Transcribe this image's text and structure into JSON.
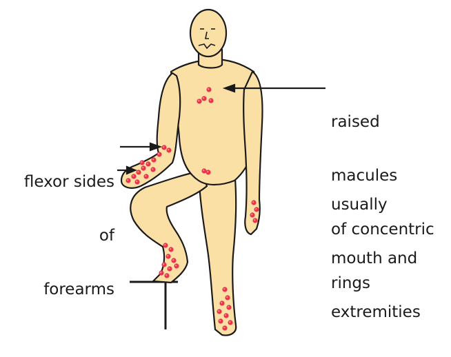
{
  "figure": {
    "skin_color": "#FBE0A6",
    "outline_color": "#1a1a1a",
    "lesion_color": "#E8344A",
    "lesion_core_color": "#FF8A97"
  },
  "labels": {
    "lesions": {
      "line1": "raised",
      "line2": "macules",
      "line3": "of concentric",
      "line4": "rings"
    },
    "distribution": {
      "line1": "usually",
      "line2": "mouth and",
      "line3": "extremities"
    },
    "forearm": {
      "line1": "flexor sides",
      "line2": "of",
      "line3": "forearms"
    }
  }
}
